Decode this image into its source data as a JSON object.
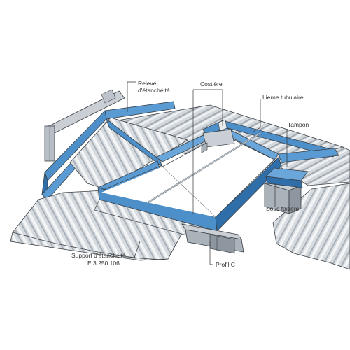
{
  "labels": {
    "releve_line1": "Relevé",
    "releve_line2": "d'étanchéité",
    "costiere": "Costière",
    "lierne": "Lierne tubulaire",
    "tampon": "Tampon",
    "sous_faitiere": "Sous faitière",
    "support_line1": "Support d'étanchéité",
    "support_line2": "E 3.250.106",
    "profil_c": "Profil C"
  },
  "colors": {
    "curb_blue": "#4d8fc9",
    "curb_dark": "#2f6ea8",
    "sheet_light": "#e2e6ea",
    "sheet_mid": "#c4cad0",
    "sheet_dark": "#9ea5ac",
    "steel_grey": "#aab2ba",
    "steel_dark": "#7d868f",
    "outline": "#3a3f44"
  }
}
